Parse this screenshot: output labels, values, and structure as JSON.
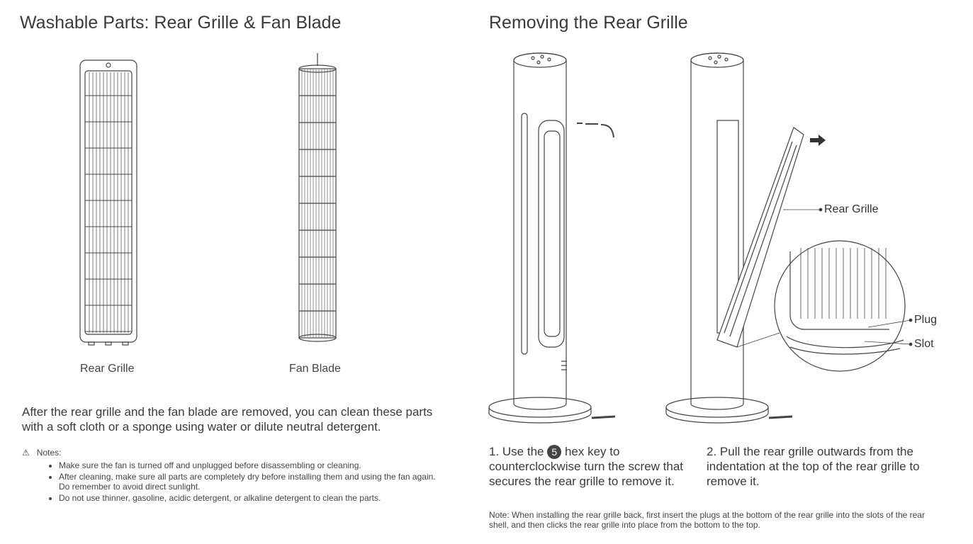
{
  "left": {
    "title": "Washable Parts: Rear Grille & Fan Blade",
    "captions": [
      "Rear Grille",
      "Fan Blade"
    ],
    "paragraph": "After the rear grille and the fan blade are removed, you can clean these parts with a soft cloth or a sponge using water or dilute neutral detergent.",
    "notes_label": "Notes:",
    "notes": [
      "Make sure the fan is turned off and unplugged before disassembling or cleaning.",
      "After cleaning, make sure all parts are completely dry before installing them and using the fan again. Do remember to avoid direct sunlight.",
      "Do not use thinner, gasoline, acidic detergent, or alkaline detergent to clean the parts."
    ]
  },
  "right": {
    "title": "Removing the Rear Grille",
    "labels": {
      "rear_grille": "Rear Grille",
      "plug": "Plug",
      "slot": "Slot"
    },
    "step1": {
      "before": "1. Use the ",
      "badge": "5",
      "after": " hex key to counterclockwise turn the screw that secures the rear grille to remove it."
    },
    "step2": "2. Pull the rear grille outwards from the indentation at the top of the rear grille to remove it.",
    "note": "Note: When installing the rear grille back, first insert the plugs at the bottom of the rear grille into the slots of the rear shell, and then clicks the rear grille into place from the bottom to the top."
  }
}
